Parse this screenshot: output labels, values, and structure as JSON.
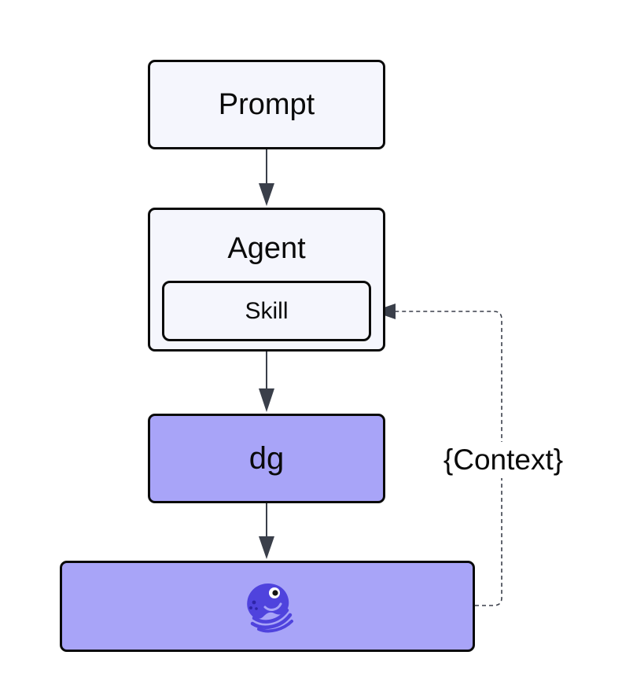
{
  "diagram": {
    "nodes": {
      "prompt": {
        "label": "Prompt"
      },
      "agent": {
        "label": "Agent"
      },
      "skill": {
        "label": "Skill"
      },
      "dg": {
        "label": "dg"
      },
      "dagster": {
        "icon": "dagster-octopus-logo-icon"
      }
    },
    "edges": [
      {
        "from": "prompt",
        "to": "agent",
        "style": "solid"
      },
      {
        "from": "agent",
        "to": "dg",
        "style": "solid"
      },
      {
        "from": "dg",
        "to": "dagster",
        "style": "solid"
      },
      {
        "from": "dagster",
        "to": "skill",
        "style": "dashed",
        "label": "{Context}"
      }
    ],
    "colors": {
      "node_light": "#f5f6fd",
      "node_purple": "#a8a4f8",
      "border": "#0a0a0a",
      "arrow": "#3a3f4a",
      "logo": "#4f43dd"
    }
  }
}
